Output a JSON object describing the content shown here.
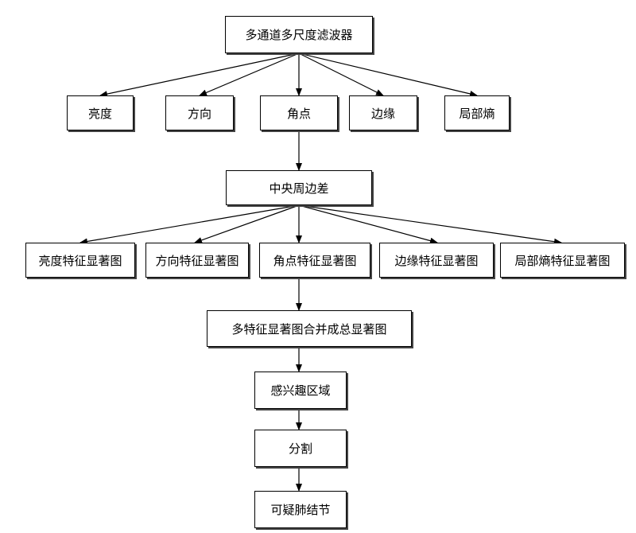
{
  "diagram": {
    "title_node": "多通道多尺度滤波器",
    "features": [
      "亮度",
      "方向",
      "角点",
      "边缘",
      "局部熵"
    ],
    "center_surround": "中央周边差",
    "feature_maps": [
      "亮度特征显著图",
      "方向特征显著图",
      "角点特征显著图",
      "边缘特征显著图",
      "局部熵特征显著图"
    ],
    "merge": "多特征显著图合并成总显著图",
    "roi": "感兴趣区域",
    "segmentation": "分割",
    "result": "可疑肺结节"
  }
}
